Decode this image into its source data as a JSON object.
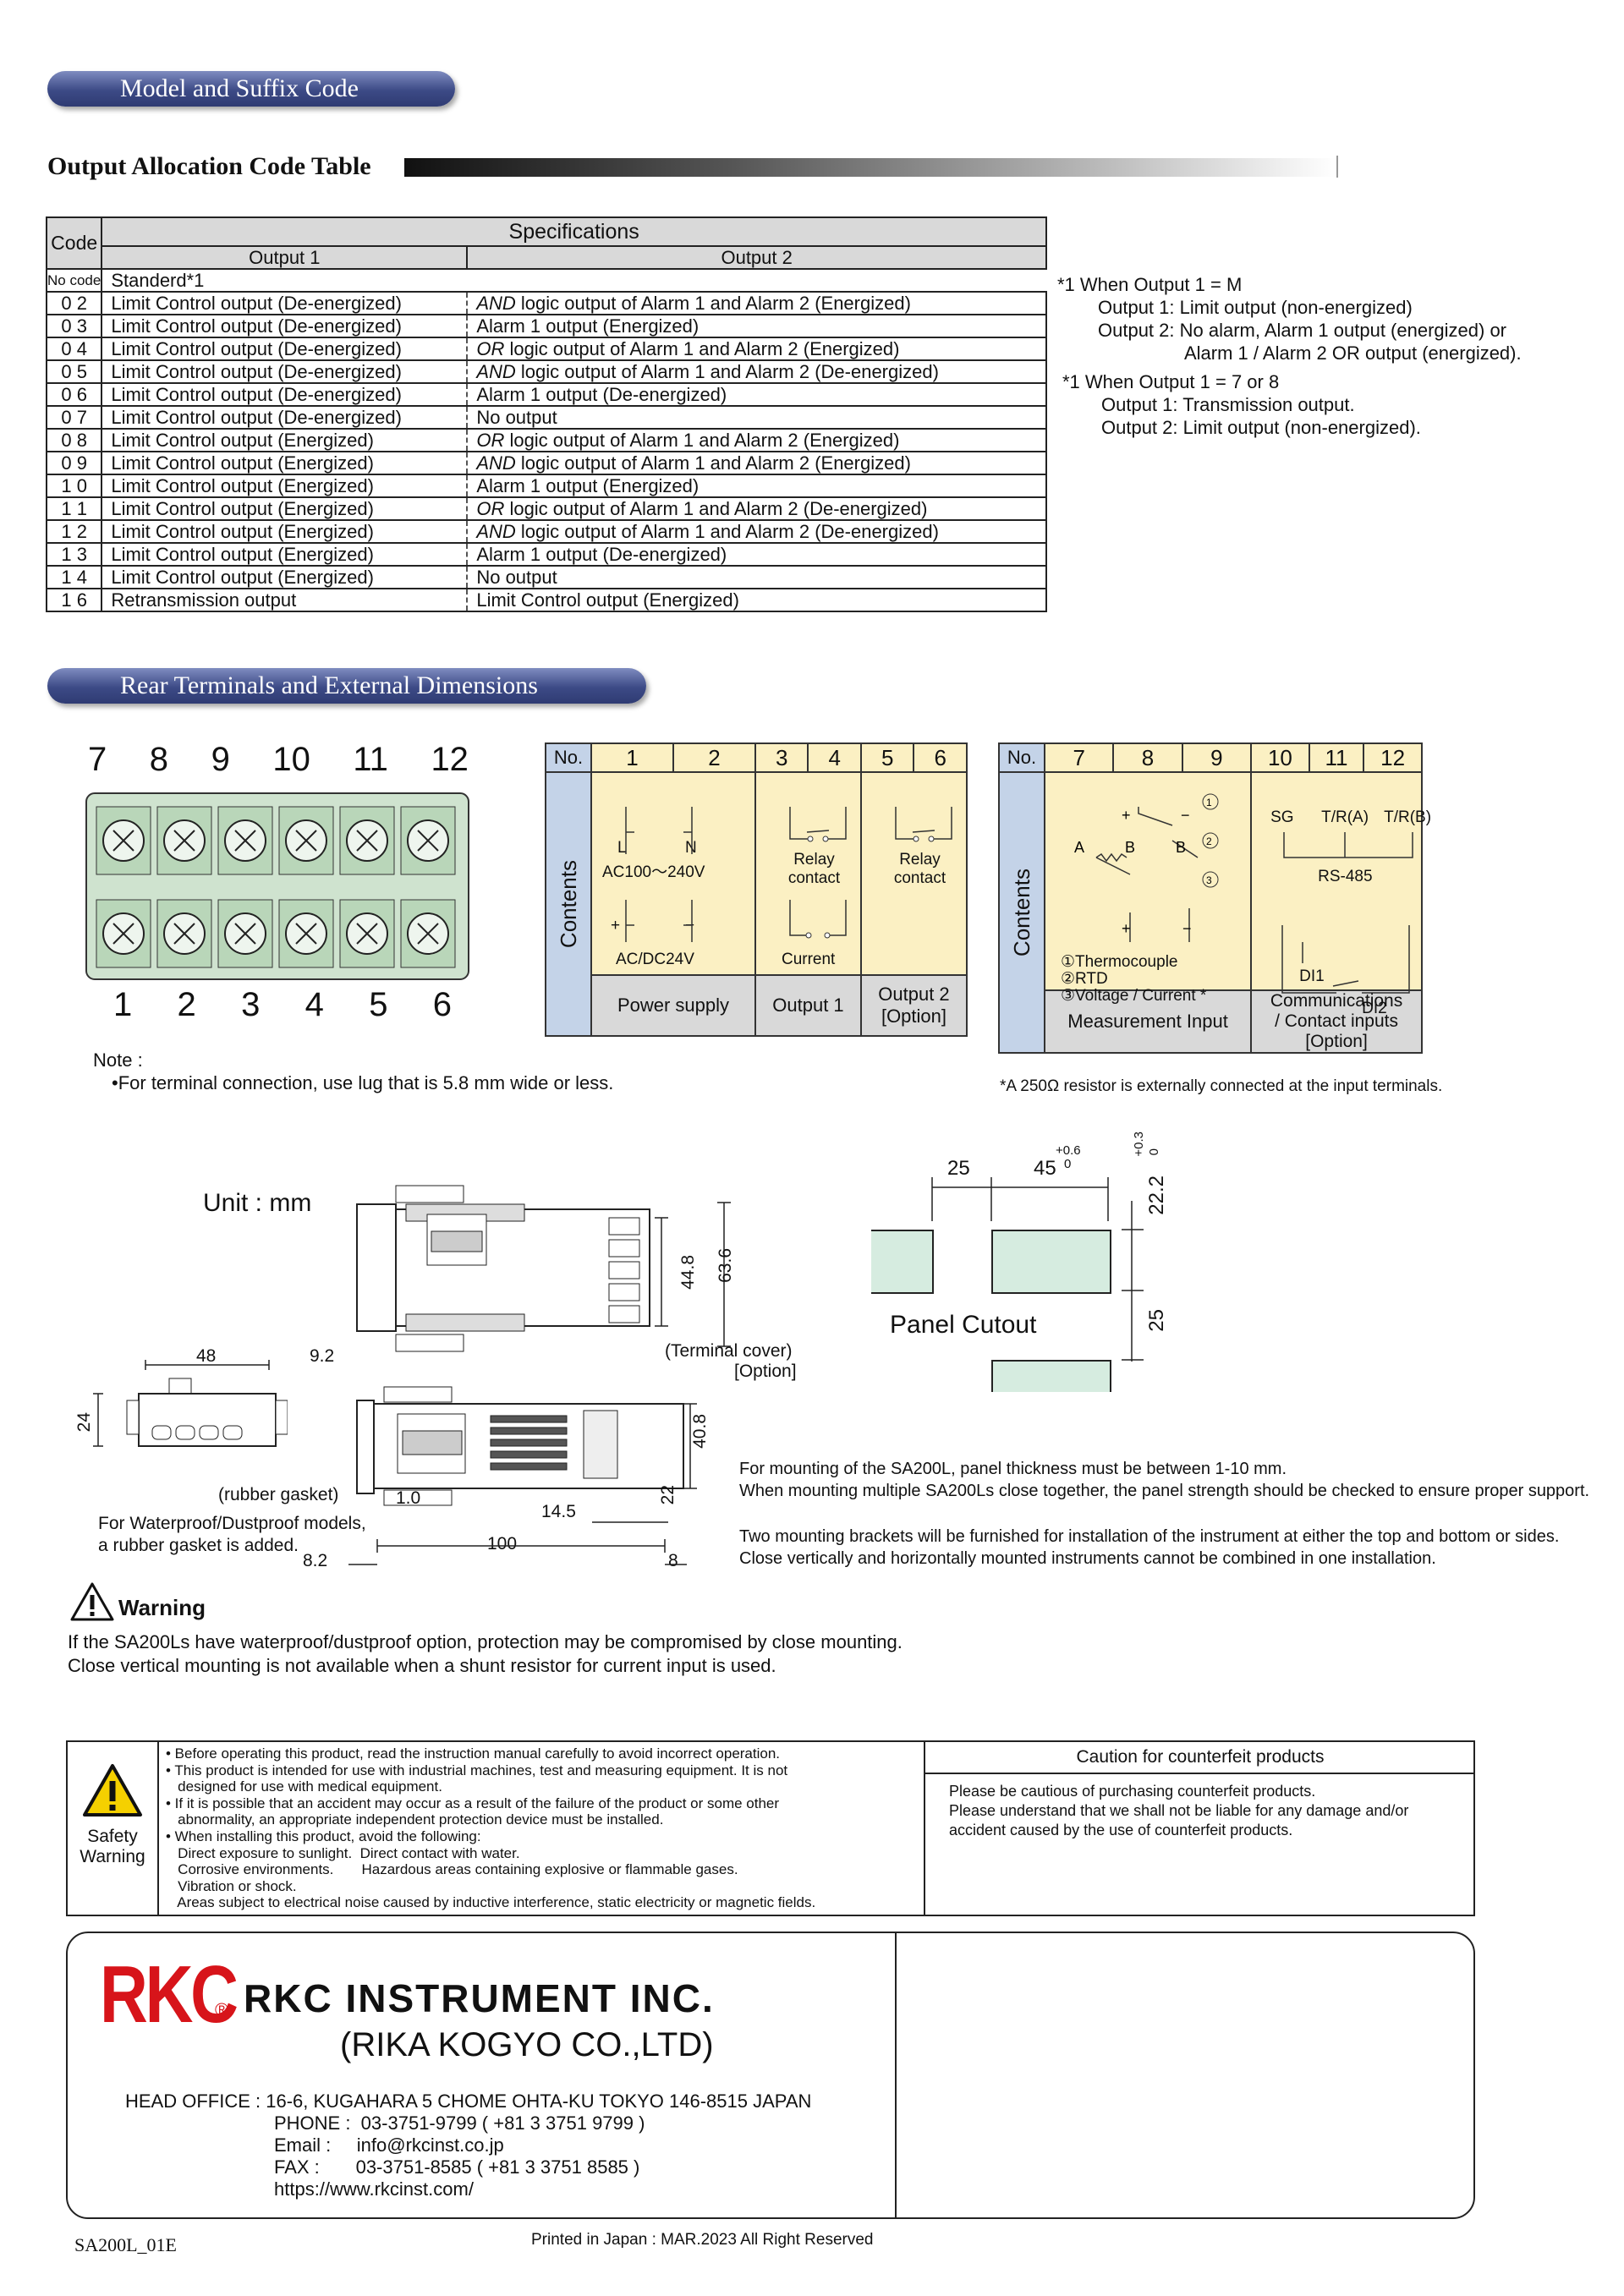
{
  "sections": {
    "model_suffix": "Model and Suffix Code",
    "output_table_title": "Output Allocation Code Table",
    "rear_terminals": "Rear Terminals and External Dimensions"
  },
  "code_table": {
    "h_code": "Code",
    "h_spec": "Specifications",
    "h_out1": "Output 1",
    "h_out2": "Output 2",
    "rows": [
      {
        "code": "No code",
        "o1": "Standerd*1",
        "o2": ""
      },
      {
        "code": "0 2",
        "o1": "Limit Control output (De-energized)",
        "o2": "AND logic output of Alarm 1 and Alarm 2 (Energized)"
      },
      {
        "code": "0 3",
        "o1": "Limit Control output (De-energized)",
        "o2": "Alarm 1 output (Energized)"
      },
      {
        "code": "0 4",
        "o1": "Limit Control output (De-energized)",
        "o2": "OR logic output of Alarm 1 and Alarm 2 (Energized)"
      },
      {
        "code": "0 5",
        "o1": "Limit Control output (De-energized)",
        "o2": "AND logic output of Alarm 1 and Alarm 2 (De-energized)"
      },
      {
        "code": "0 6",
        "o1": "Limit Control output (De-energized)",
        "o2": "Alarm 1 output (De-energized)"
      },
      {
        "code": "0 7",
        "o1": "Limit Control output (De-energized)",
        "o2": "No output"
      },
      {
        "code": "0 8",
        "o1": "Limit Control output (Energized)",
        "o2": "OR logic output of Alarm 1 and Alarm 2 (Energized)"
      },
      {
        "code": "0 9",
        "o1": "Limit Control output (Energized)",
        "o2": "AND logic output of Alarm 1 and Alarm 2 (Energized)"
      },
      {
        "code": "1 0",
        "o1": "Limit Control output (Energized)",
        "o2": "Alarm 1 output (Energized)"
      },
      {
        "code": "1 1",
        "o1": "Limit Control output (Energized)",
        "o2": "OR logic output of Alarm 1 and Alarm 2 (De-energized)"
      },
      {
        "code": "1 2",
        "o1": "Limit Control output (Energized)",
        "o2": "AND logic output of Alarm 1 and Alarm 2 (De-energized)"
      },
      {
        "code": "1 3",
        "o1": "Limit Control output (Energized)",
        "o2": "Alarm 1 output (De-energized)"
      },
      {
        "code": "1 4",
        "o1": "Limit Control output (Energized)",
        "o2": "No output"
      },
      {
        "code": "1 6",
        "o1": "Retransmission output",
        "o2": "Limit Control output (Energized)"
      }
    ]
  },
  "footnotes": [
    "*1 When Output 1 = M",
    "Output 1: Limit output (non-energized)",
    "Output 2: No alarm, Alarm 1 output (energized) or",
    "Alarm 1 / Alarm 2 OR output (energized).",
    "*1 When Output 1 = 7 or 8",
    "Output 1: Transmission output.",
    "Output 2: Limit output (non-energized)."
  ],
  "terminal_block": {
    "top_numbers": [
      "7",
      "8",
      "9",
      "10",
      "11",
      "12"
    ],
    "bottom_numbers": [
      "1",
      "2",
      "3",
      "4",
      "5",
      "6"
    ],
    "note_title": "Note :",
    "note_text": "•For terminal connection, use lug that is 5.8 mm wide or less."
  },
  "terminal_table_1": {
    "no": "No.",
    "nums": [
      "1",
      "2",
      "3",
      "4",
      "5",
      "6"
    ],
    "contents": "Contents",
    "ac_l": "L",
    "ac_n": "N",
    "ac_label": "AC100～240V",
    "dc_plus": "+",
    "dc_minus": "−",
    "dc_label": "AC/DC24V",
    "relay1": "Relay contact",
    "current": "Current",
    "relay2": "Relay contact",
    "f_power": "Power supply",
    "f_out1": "Output 1",
    "f_out2": "Output 2",
    "f_out2_opt": "[Option]"
  },
  "terminal_table_2": {
    "no": "No.",
    "nums": [
      "7",
      "8",
      "9",
      "10",
      "11",
      "12"
    ],
    "contents": "Contents",
    "tc": "①Thermocouple",
    "rtd": "②RTD",
    "vc": "③Voltage / Current *",
    "sg": "SG",
    "tra": "T/R(A)",
    "trb": "T/R(B)",
    "rs485": "RS-485",
    "di1": "DI1",
    "di2": "DI2",
    "f_meas": "Measurement Input",
    "f_comm": "Communications",
    "f_comm2": "/ Contact inputs",
    "f_comm3": "[Option]",
    "resistor_note": "*A 250Ω resistor is externally connected at the input terminals."
  },
  "dimensions": {
    "unit": "Unit : mm",
    "d44": "44.8",
    "d63": "63.6",
    "d48": "48",
    "d9": "9.2",
    "d24": "24",
    "d40": "40.8",
    "term_cover": "(Terminal cover)",
    "term_opt": "[Option]",
    "rubber": "(rubber gasket)",
    "d1": "1.0",
    "d14": "14.5",
    "d22": "22",
    "d100": "100",
    "d8_2": "8.2",
    "d8": "8",
    "waterproof1": "For Waterproof/Dustproof models,",
    "waterproof2": "a rubber gasket is added."
  },
  "cutout": {
    "d25a": "25",
    "d45": "45",
    "d45tol_top": "+0.6",
    "d45tol_bot": "0",
    "d22": "22.2",
    "d22tol_top": "+0.3",
    "d22tol_bot": "0",
    "d25b": "25",
    "label": "Panel Cutout"
  },
  "mounting_notes": [
    "For mounting of the SA200L, panel thickness must be between 1-10 mm.",
    "When mounting multiple SA200Ls close together, the panel strength should be checked to ensure proper support.",
    "Two mounting brackets will be furnished for installation of the instrument at either the top and bottom or sides.",
    "Close vertically and horizontally mounted instruments cannot be combined in one installation."
  ],
  "warning": {
    "title": "Warning",
    "line1": "If the SA200Ls have waterproof/dustproof option, protection may be compromised by close mounting.",
    "line2": "Close vertical mounting is not available when a shunt resistor for current input is used."
  },
  "safety": {
    "label1": "Safety",
    "label2": "Warning",
    "lines": [
      "• Before operating this product, read the instruction manual carefully to avoid incorrect operation.",
      "• This product is intended for use with industrial machines, test and measuring equipment. It is not",
      "   designed for use with medical equipment.",
      "• If it is possible that an accident may occur as a result of the failure of the product or some other",
      "   abnormality, an appropriate independent protection device must be installed.",
      "• When installing this product, avoid the following:",
      "   Direct exposure to sunlight.  Direct contact with water.",
      "   Corrosive environments.       Hazardous areas containing explosive or flammable gases.",
      "   Vibration or shock.",
      "   Areas subject to electrical noise caused by inductive interference, static electricity or magnetic fields."
    ],
    "counterfeit_title": "Caution for counterfeit products",
    "counterfeit_lines": [
      "Please be cautious of purchasing counterfeit products.",
      "Please understand that we shall not be liable for any damage and/or",
      "accident caused by the use of counterfeit products."
    ]
  },
  "company": {
    "logo": "RKC",
    "reg": "®",
    "name": "RKC INSTRUMENT INC.",
    "sub": "(RIKA KOGYO CO.,LTD)",
    "head_office": "HEAD OFFICE : 16-6, KUGAHARA 5 CHOME OHTA-KU TOKYO 146-8515 JAPAN",
    "phone": "PHONE :  03-3751-9799 ( +81 3 3751 9799 )",
    "email": "Email :     info@rkcinst.co.jp",
    "fax": "FAX :       03-3751-8585 ( +81 3 3751 8585 )",
    "url": "https://www.rkcinst.com/"
  },
  "doc_code": "SA200L_01E",
  "printed": "Printed in Japan : MAR.2023  All Right Reserved"
}
